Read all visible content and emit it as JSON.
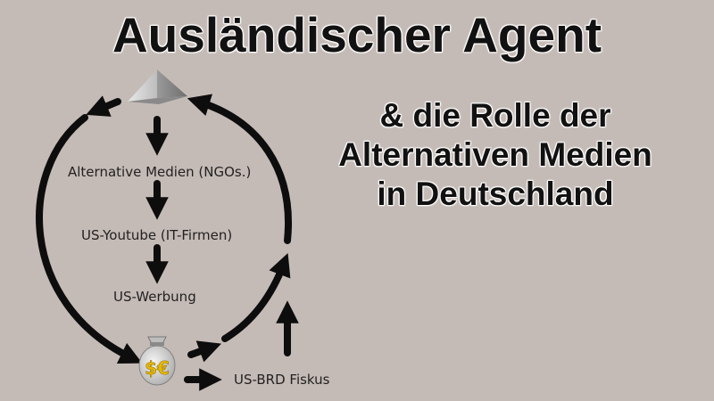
{
  "title": "Ausländischer Agent",
  "subtitle": {
    "line1": "& die Rolle der",
    "line2": "Alternativen Medien",
    "line3": "in Deutschland"
  },
  "diagram": {
    "nodes": [
      "Alternative Medien (NGOs.)",
      "US-Youtube (IT-Firmen)",
      "US-Werbung",
      "US-BRD Fiskus"
    ],
    "money_symbols": "$€"
  },
  "colors": {
    "background": "#c5bbb6",
    "arrow": "#0d0d0d",
    "text": "#111111",
    "money": "#e8b800"
  },
  "icons": [
    "pyramid-icon",
    "money-bag-icon"
  ]
}
